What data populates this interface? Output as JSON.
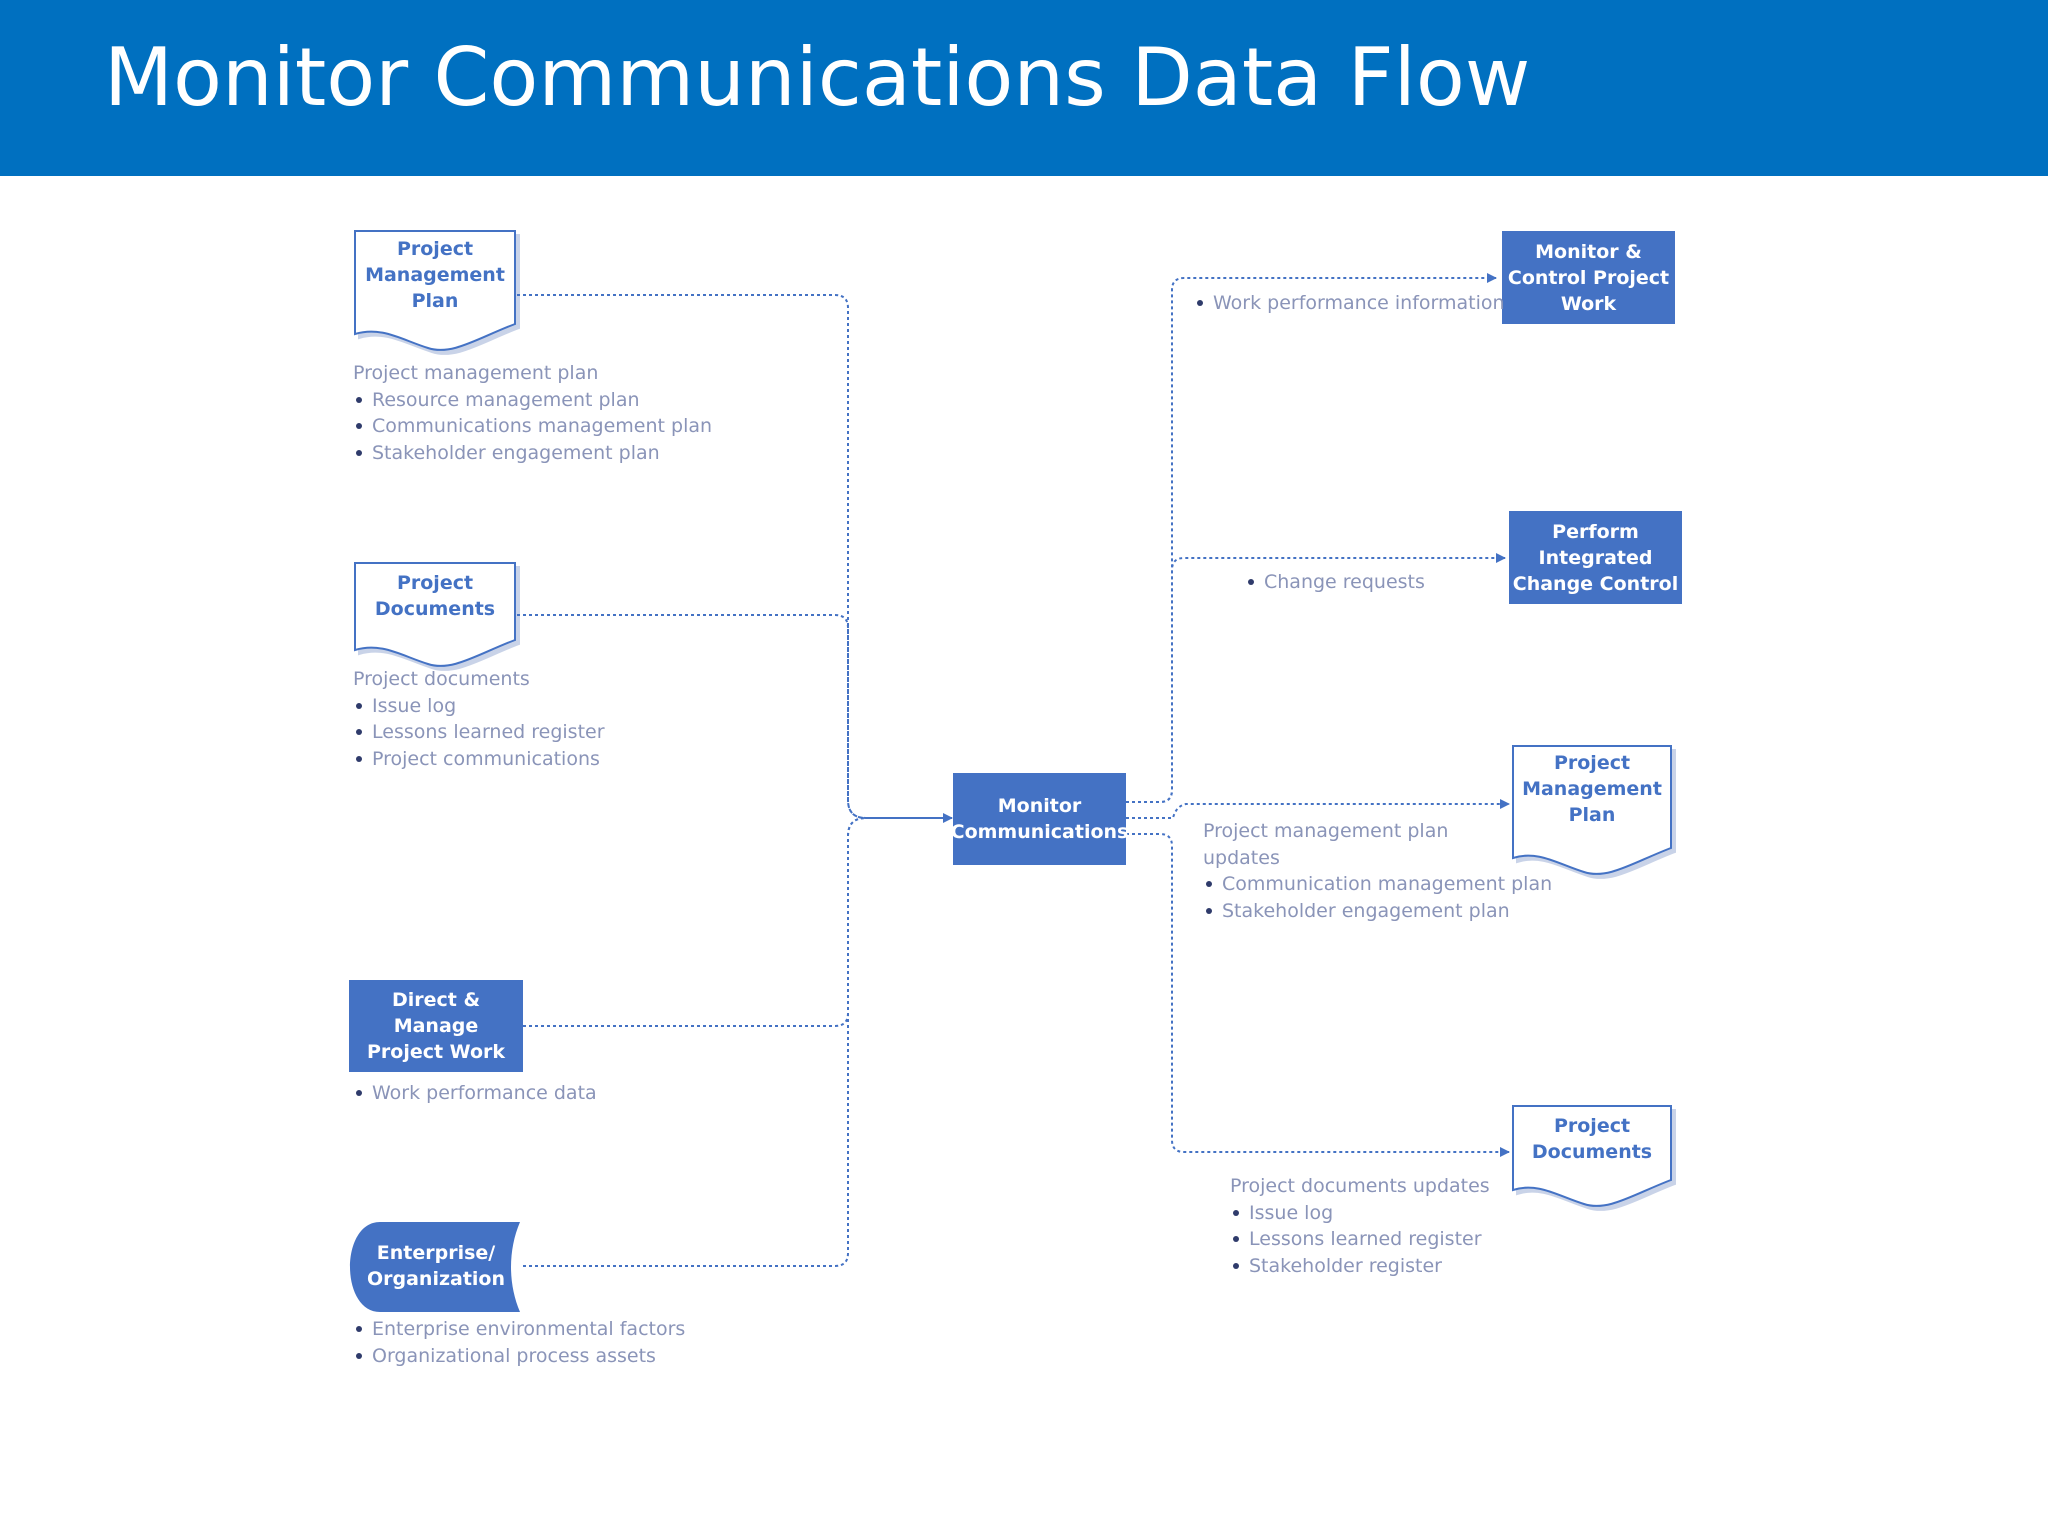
{
  "title": "Monitor Communications Data Flow",
  "colors": {
    "header": "#0070c0",
    "box": "#4472c4",
    "text_muted": "#8a94b8"
  },
  "inputs": {
    "pmp": {
      "label": [
        "Project",
        "Management",
        "Plan"
      ],
      "caption": "Project management plan",
      "items": [
        "Resource management plan",
        "Communications management plan",
        "Stakeholder engagement plan"
      ]
    },
    "docs": {
      "label": [
        "Project",
        "Documents"
      ],
      "caption": "Project documents",
      "items": [
        "Issue log",
        "Lessons learned register",
        "Project communications"
      ]
    },
    "direct": {
      "label": [
        "Direct & Manage",
        "Project Work"
      ],
      "items": [
        "Work performance data"
      ]
    },
    "enterprise": {
      "label": [
        "Enterprise/",
        "Organization"
      ],
      "items": [
        "Enterprise environmental factors",
        "Organizational process assets"
      ]
    }
  },
  "process": {
    "label": [
      "Monitor",
      "Communications"
    ]
  },
  "outputs": {
    "monitor_control": {
      "label": [
        "Monitor &",
        "Control Project",
        "Work"
      ],
      "items": [
        "Work performance information"
      ]
    },
    "change_control": {
      "label": [
        "Perform",
        "Integrated",
        "Change Control"
      ],
      "items": [
        "Change requests"
      ]
    },
    "pmp_updates": {
      "label": [
        "Project",
        "Management",
        "Plan"
      ],
      "caption": [
        "Project management plan",
        "updates"
      ],
      "items": [
        "Communication management plan",
        "Stakeholder engagement plan"
      ]
    },
    "docs_updates": {
      "label": [
        "Project",
        "Documents"
      ],
      "caption": "Project documents updates",
      "items": [
        "Issue log",
        "Lessons learned register",
        "Stakeholder register"
      ]
    }
  }
}
